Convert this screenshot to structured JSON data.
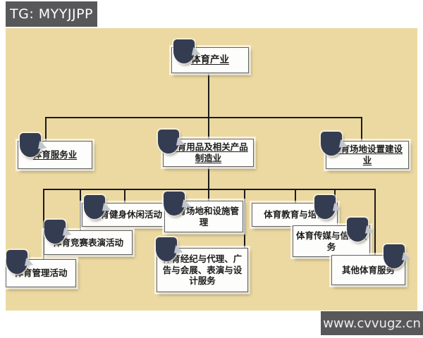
{
  "header": {
    "badge": "TG: MYYJJPP"
  },
  "footer": {
    "watermark": "www.cvvugz.cn"
  },
  "colors": {
    "canvas_background": "#ebd9a1",
    "bar_background": "#58585a",
    "node_background": "#fdfdfc",
    "node_border": "#5f5f5f",
    "connector": "#1b1b1b",
    "icon_navy": "#343c52",
    "icon_arrow_gray": "#c2c5cb"
  },
  "icons": {
    "node_icon": "dark-badge-clipart-icon"
  },
  "diagram": {
    "type": "org-chart",
    "tree": {
      "label": "体育产业",
      "children": [
        {
          "label": "体育服务业",
          "children": []
        },
        {
          "label": "体育用品及相关产品制造业",
          "children": [
            {
              "label": "体育管理活动"
            },
            {
              "label": "体育竞赛表演活动"
            },
            {
              "label": "体育健身休闲活动"
            },
            {
              "label": "体育场地和设施管理"
            },
            {
              "label": "体育经纪与代理、广告与会展、表演与设计服务"
            },
            {
              "label": "体育教育与培训"
            },
            {
              "label": "体育传媒与信息服务"
            },
            {
              "label": "其他体育服务"
            }
          ]
        },
        {
          "label": "体育场地设置建设业",
          "children": []
        }
      ]
    }
  }
}
